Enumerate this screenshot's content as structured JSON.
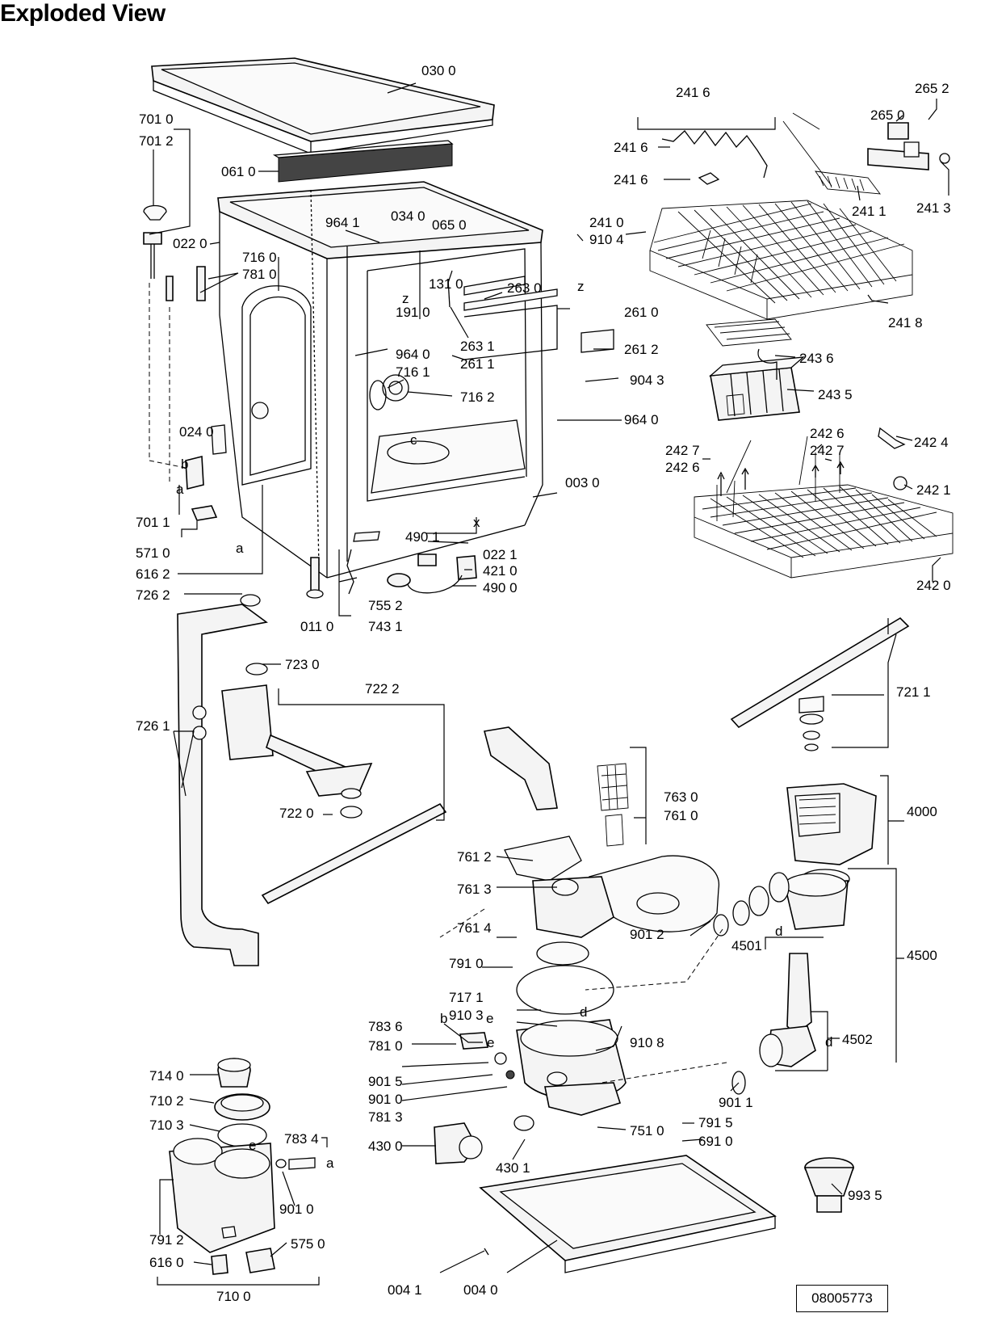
{
  "title": "Exploded View",
  "document_code": "08005773",
  "part_labels": [
    "030 0",
    "701 0",
    "701 2",
    "061 0",
    "022 0",
    "964 1",
    "034 0",
    "065 0",
    "716 0",
    "781 0",
    "131 0",
    "263 0",
    "191 0",
    "964 0",
    "263 1",
    "261 1",
    "716 1",
    "716 2",
    "024 0",
    "701 1",
    "571 0",
    "616 2",
    "726 2",
    "011 0",
    "755 2",
    "743 1",
    "490 1",
    "421 0",
    "490 0",
    "022 1",
    "003 0",
    "904 3",
    "261 0",
    "261 2",
    "964 0",
    "241 6",
    "241 6",
    "241 6",
    "265 2",
    "265 0",
    "241 1",
    "241 3",
    "241 0",
    "910 4",
    "241 8",
    "243 6",
    "243 5",
    "242 6",
    "242 7",
    "242 4",
    "242 7",
    "242 6",
    "242 1",
    "242 0",
    "721 1",
    "723 0",
    "722 2",
    "726 1",
    "722 0",
    "763 0",
    "761 0",
    "4000",
    "761 2",
    "761 3",
    "761 4",
    "901 2",
    "4501",
    "4500",
    "791 0",
    "717 1",
    "910 3",
    "910 8",
    "783 6",
    "781 0",
    "901 5",
    "901 0",
    "781 3",
    "4502",
    "901 1",
    "751 0",
    "791 5",
    "691 0",
    "430 0",
    "430 1",
    "714 0",
    "710 2",
    "710 3",
    "783 4",
    "901 0",
    "791 2",
    "575 0",
    "616 0",
    "710 0",
    "993 5",
    "004 1",
    "004 0"
  ],
  "connector_letters": [
    "z",
    "z",
    "c",
    "x",
    "b",
    "a",
    "a",
    "b",
    "e",
    "d",
    "d",
    "d",
    "e",
    "e",
    "a"
  ]
}
